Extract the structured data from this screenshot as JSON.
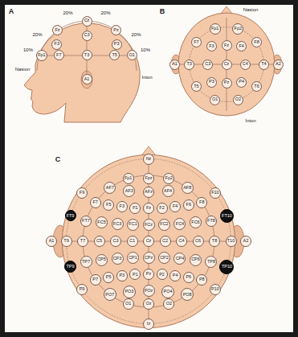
{
  "diagram": {
    "nodes": [
      {
        "text": [
          "Fp1"
        ]
      },
      {
        "text": [
          "F7"
        ]
      },
      {
        "text": [
          "F3"
        ]
      },
      {
        "text": [
          "Fz"
        ]
      },
      {
        "text": [
          "Cz"
        ]
      },
      {
        "text": [
          "C3"
        ]
      },
      {
        "text": [
          "T3"
        ]
      },
      {
        "text": [
          "P3"
        ]
      },
      {
        "text": [
          "Pz"
        ]
      },
      {
        "text": [
          "T5"
        ]
      },
      {
        "text": [
          "O1"
        ]
      },
      {
        "text": [
          "A1"
        ]
      },
      {
        "text": [
          "Fp1"
        ]
      },
      {
        "text": [
          "Fp2"
        ]
      },
      {
        "text": [
          "F7"
        ]
      },
      {
        "text": [
          "F3"
        ]
      },
      {
        "text": [
          "Fz"
        ]
      },
      {
        "text": [
          "F4"
        ]
      },
      {
        "text": [
          "F8"
        ]
      },
      {
        "text": [
          "A1"
        ]
      },
      {
        "text": [
          "T3"
        ]
      },
      {
        "text": [
          "C3"
        ]
      },
      {
        "text": [
          "Cz"
        ]
      },
      {
        "text": [
          "C4"
        ]
      },
      {
        "text": [
          "T4"
        ]
      },
      {
        "text": [
          "A2"
        ]
      },
      {
        "text": [
          "T5"
        ]
      },
      {
        "text": [
          "P3"
        ]
      },
      {
        "text": [
          "Pz"
        ]
      },
      {
        "text": [
          "P4"
        ]
      },
      {
        "text": [
          "T6"
        ]
      },
      {
        "text": [
          "O1"
        ]
      },
      {
        "text": [
          "O2"
        ]
      },
      {
        "text": [
          "Nz"
        ]
      },
      {
        "text": [
          "Fp1"
        ]
      },
      {
        "text": [
          "Fpz"
        ]
      },
      {
        "text": [
          "Fp2"
        ]
      },
      {
        "text": [
          "AF7"
        ]
      },
      {
        "text": [
          "AF3"
        ]
      },
      {
        "text": [
          "AFz"
        ]
      },
      {
        "text": [
          "AF4"
        ]
      },
      {
        "text": [
          "AF8"
        ]
      },
      {
        "text": [
          "F9"
        ]
      },
      {
        "text": [
          "F7"
        ]
      },
      {
        "text": [
          "F5"
        ]
      },
      {
        "text": [
          "F3"
        ]
      },
      {
        "text": [
          "F1"
        ]
      },
      {
        "text": [
          "Fz"
        ]
      },
      {
        "text": [
          "F2"
        ]
      },
      {
        "text": [
          "F4"
        ]
      },
      {
        "text": [
          "F6"
        ]
      },
      {
        "text": [
          "F8"
        ]
      },
      {
        "text": [
          "F10"
        ]
      },
      {
        "text": [
          "FT9"
        ]
      },
      {
        "text": [
          "FT7"
        ]
      },
      {
        "text": [
          "FC5"
        ]
      },
      {
        "text": [
          "FC3"
        ]
      },
      {
        "text": [
          "FC1"
        ]
      },
      {
        "text": [
          "FCz"
        ]
      },
      {
        "text": [
          "FC2"
        ]
      },
      {
        "text": [
          "FC4"
        ]
      },
      {
        "text": [
          "FC6"
        ]
      },
      {
        "text": [
          "FT8"
        ]
      },
      {
        "text": [
          "FT10"
        ]
      },
      {
        "text": [
          "A1"
        ]
      },
      {
        "text": [
          "T9"
        ]
      },
      {
        "text": [
          "T7"
        ]
      },
      {
        "text": [
          "C5"
        ]
      },
      {
        "text": [
          "C3"
        ]
      },
      {
        "text": [
          "C1"
        ]
      },
      {
        "text": [
          "Cz"
        ]
      },
      {
        "text": [
          "C2"
        ]
      },
      {
        "text": [
          "C4"
        ]
      },
      {
        "text": [
          "C6"
        ]
      },
      {
        "text": [
          "T8"
        ]
      },
      {
        "text": [
          "T10"
        ]
      },
      {
        "text": [
          "A2"
        ]
      },
      {
        "text": [
          "TP9"
        ]
      },
      {
        "text": [
          "TP7"
        ]
      },
      {
        "text": [
          "CP5"
        ]
      },
      {
        "text": [
          "CP3"
        ]
      },
      {
        "text": [
          "CP1"
        ]
      },
      {
        "text": [
          "CPz"
        ]
      },
      {
        "text": [
          "CP2"
        ]
      },
      {
        "text": [
          "CP4"
        ]
      },
      {
        "text": [
          "CP6"
        ]
      },
      {
        "text": [
          "TP8"
        ]
      },
      {
        "text": [
          "TP10"
        ]
      },
      {
        "text": [
          "P9"
        ]
      },
      {
        "text": [
          "P7"
        ]
      },
      {
        "text": [
          "P5"
        ]
      },
      {
        "text": [
          "P3"
        ]
      },
      {
        "text": [
          "P1"
        ]
      },
      {
        "text": [
          "Pz"
        ]
      },
      {
        "text": [
          "P2"
        ]
      },
      {
        "text": [
          "P4"
        ]
      },
      {
        "text": [
          "P6"
        ]
      },
      {
        "text": [
          "P8"
        ]
      },
      {
        "text": [
          "P10"
        ]
      },
      {
        "text": [
          "PO7"
        ]
      },
      {
        "text": [
          "PO3"
        ]
      },
      {
        "text": [
          "POz"
        ]
      },
      {
        "text": [
          "PO4"
        ]
      },
      {
        "text": [
          "PO8"
        ]
      },
      {
        "text": [
          "O1"
        ]
      },
      {
        "text": [
          "Oz"
        ]
      },
      {
        "text": [
          "O2"
        ]
      },
      {
        "text": [
          "Iz"
        ]
      }
    ],
    "labels": [
      "A",
      "B",
      "C",
      "Nasion",
      "Inion",
      "10%",
      "20%",
      "20%",
      "20%",
      "20%",
      "10%",
      "Nasion",
      "Inion"
    ]
  }
}
